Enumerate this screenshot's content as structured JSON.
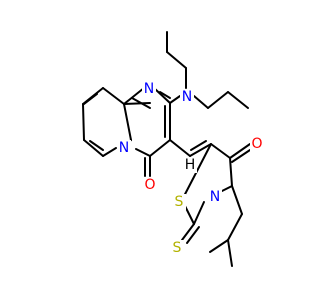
{
  "atoms": {
    "N_amine": {
      "text": "N",
      "color": "#0000ff"
    },
    "N_ring_top": {
      "text": "N",
      "color": "#0000ff"
    },
    "N_ring_fused": {
      "text": "N",
      "color": "#0000ff"
    },
    "O_pyrimidone": {
      "text": "O",
      "color": "#ff0000"
    },
    "O_thiazolidinone": {
      "text": "O",
      "color": "#ff0000"
    },
    "S_ring": {
      "text": "S",
      "color": "#b2b200"
    },
    "S_thione": {
      "text": "S",
      "color": "#b2b200"
    },
    "N_thiazolidinone": {
      "text": "N",
      "color": "#0000ff"
    },
    "H_vinyl": {
      "text": "H",
      "color": "#000000"
    }
  }
}
